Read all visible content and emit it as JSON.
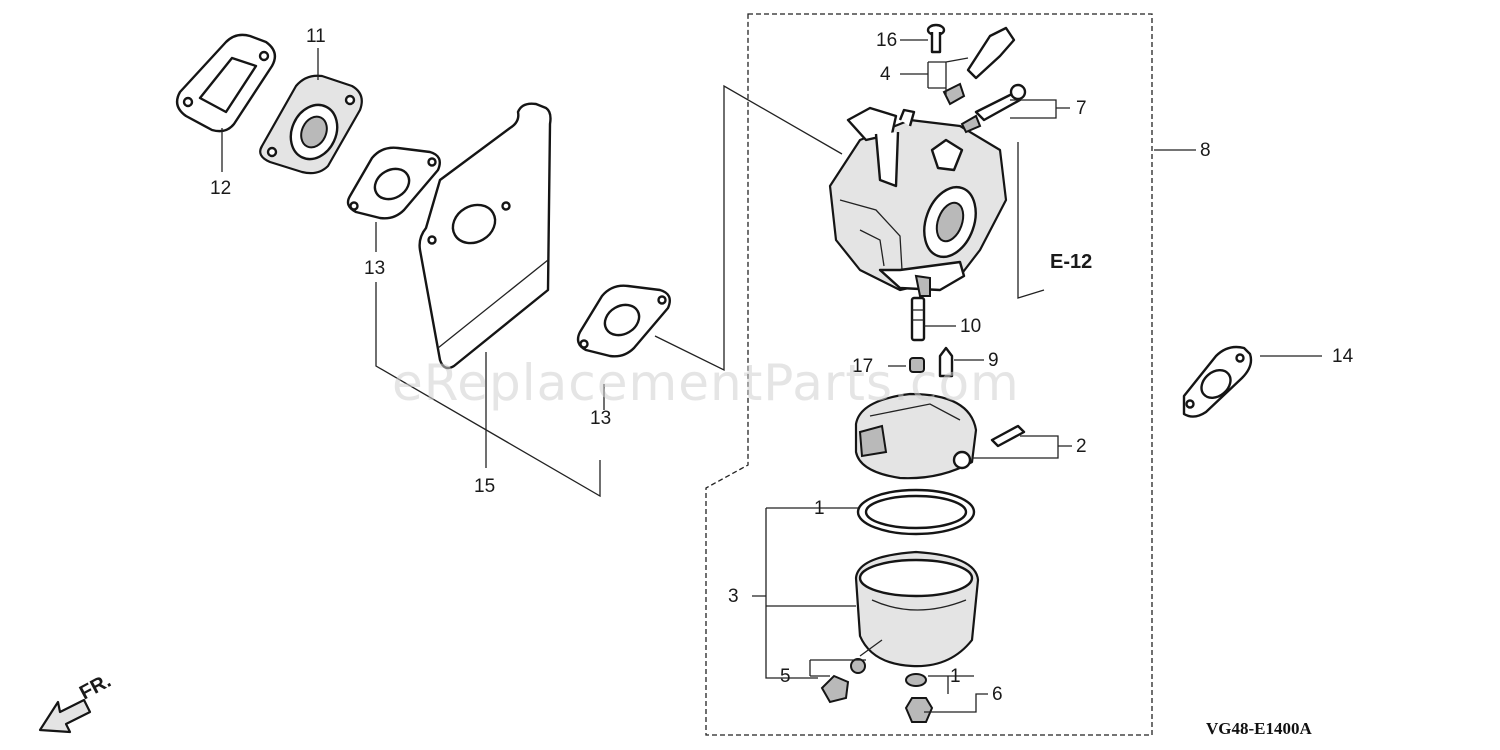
{
  "watermark": "eReplacementParts.com",
  "diagram_code": "VG48-E1400A",
  "reference": "E-12",
  "direction": "FR.",
  "callouts": {
    "c1a": "1",
    "c1b": "1",
    "c2": "2",
    "c3": "3",
    "c4": "4",
    "c5": "5",
    "c6": "6",
    "c7": "7",
    "c8": "8",
    "c9": "9",
    "c10": "10",
    "c11": "11",
    "c12": "12",
    "c13a": "13",
    "c13b": "13",
    "c14": "14",
    "c15": "15",
    "c16": "16",
    "c17": "17"
  }
}
